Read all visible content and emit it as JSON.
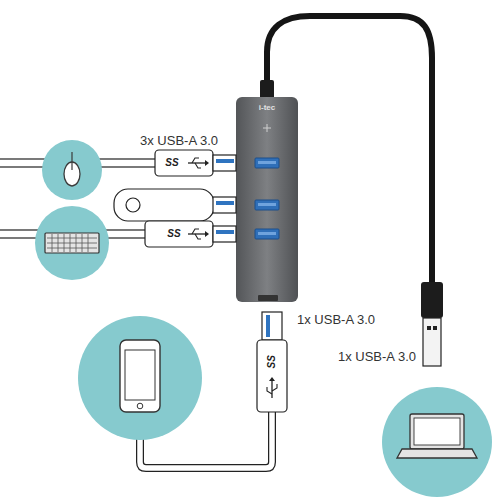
{
  "diagram": {
    "labels": [
      "i-tec",
      "3x USB-A 3.0",
      "SS",
      "SS",
      "1x USB-A 3.0",
      "1x USB-A 3.0",
      "SS"
    ]
  }
}
